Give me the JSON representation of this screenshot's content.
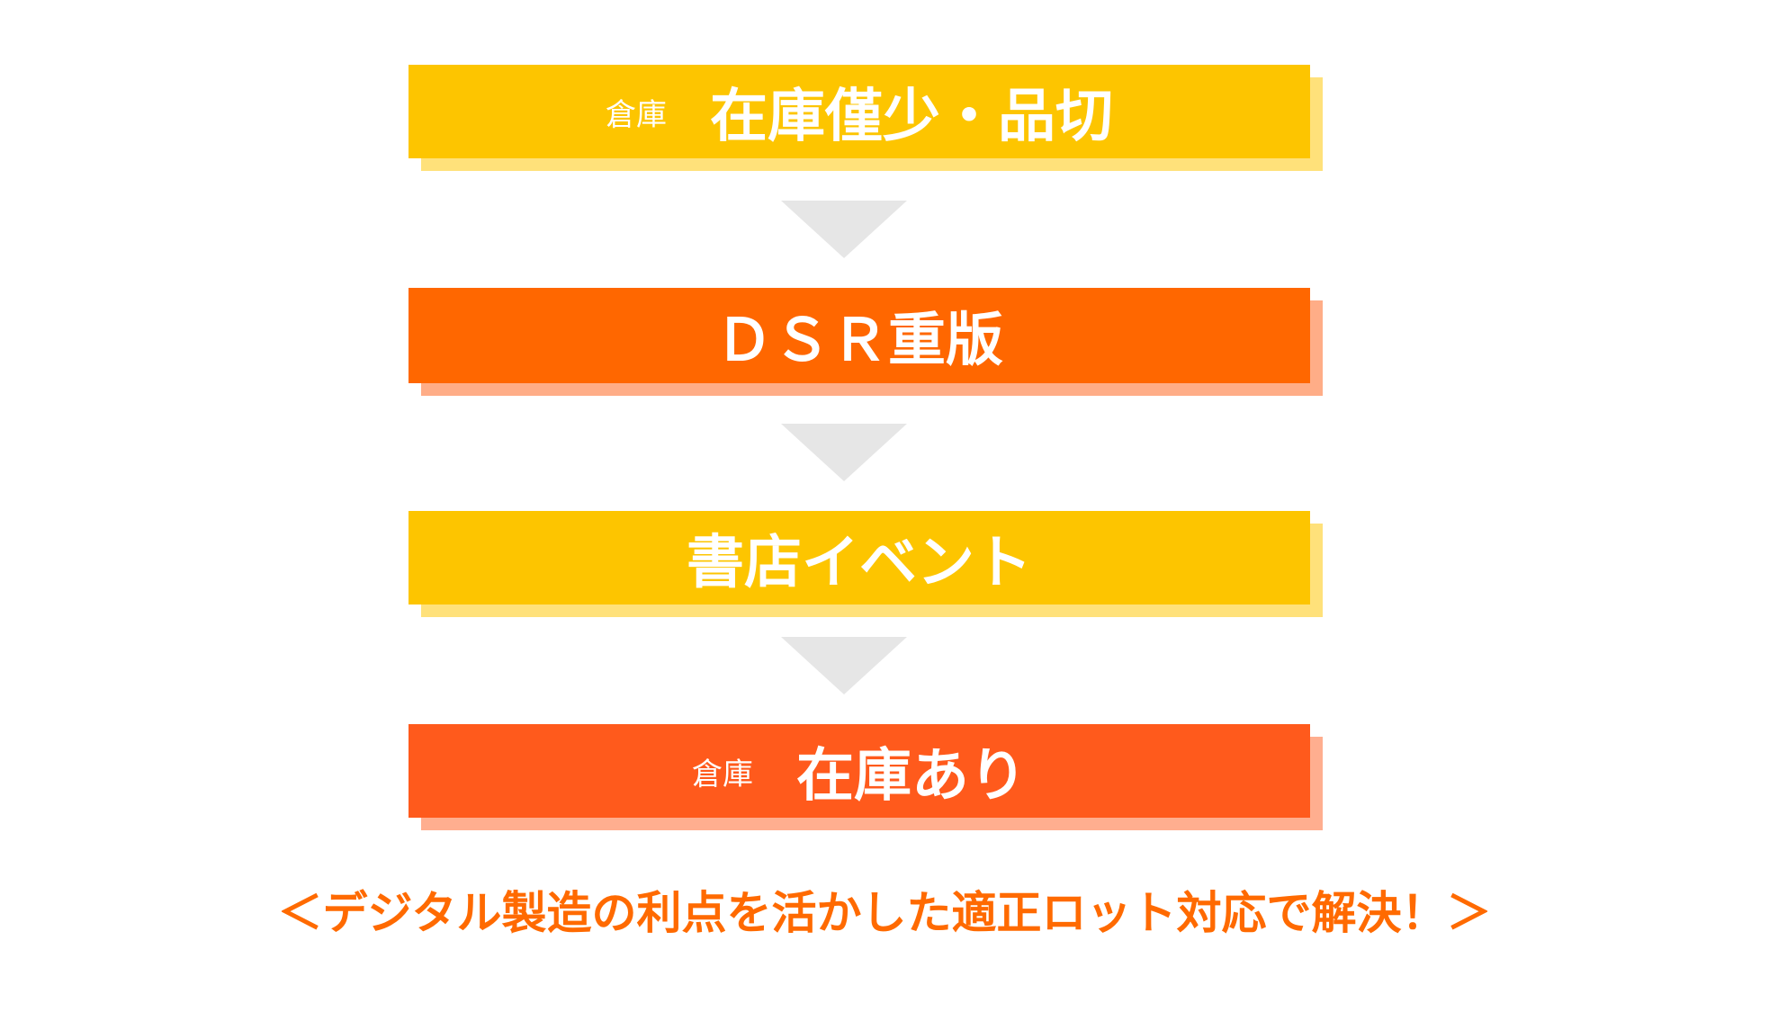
{
  "steps": [
    {
      "prefix": "倉庫",
      "label": "在庫僅少・品切",
      "color": "#fdc500"
    },
    {
      "prefix": "",
      "label": "ＤＳＲ重版",
      "color": "#ff6700"
    },
    {
      "prefix": "",
      "label": "書店イベント",
      "color": "#fdc500"
    },
    {
      "prefix": "倉庫",
      "label": "在庫あり",
      "color": "#ff5a1c"
    }
  ],
  "arrow_color": "#e6e6e6",
  "footer": "＜デジタル製造の利点を活かした適正ロット対応で解決！＞",
  "footer_color": "#ff6a00"
}
